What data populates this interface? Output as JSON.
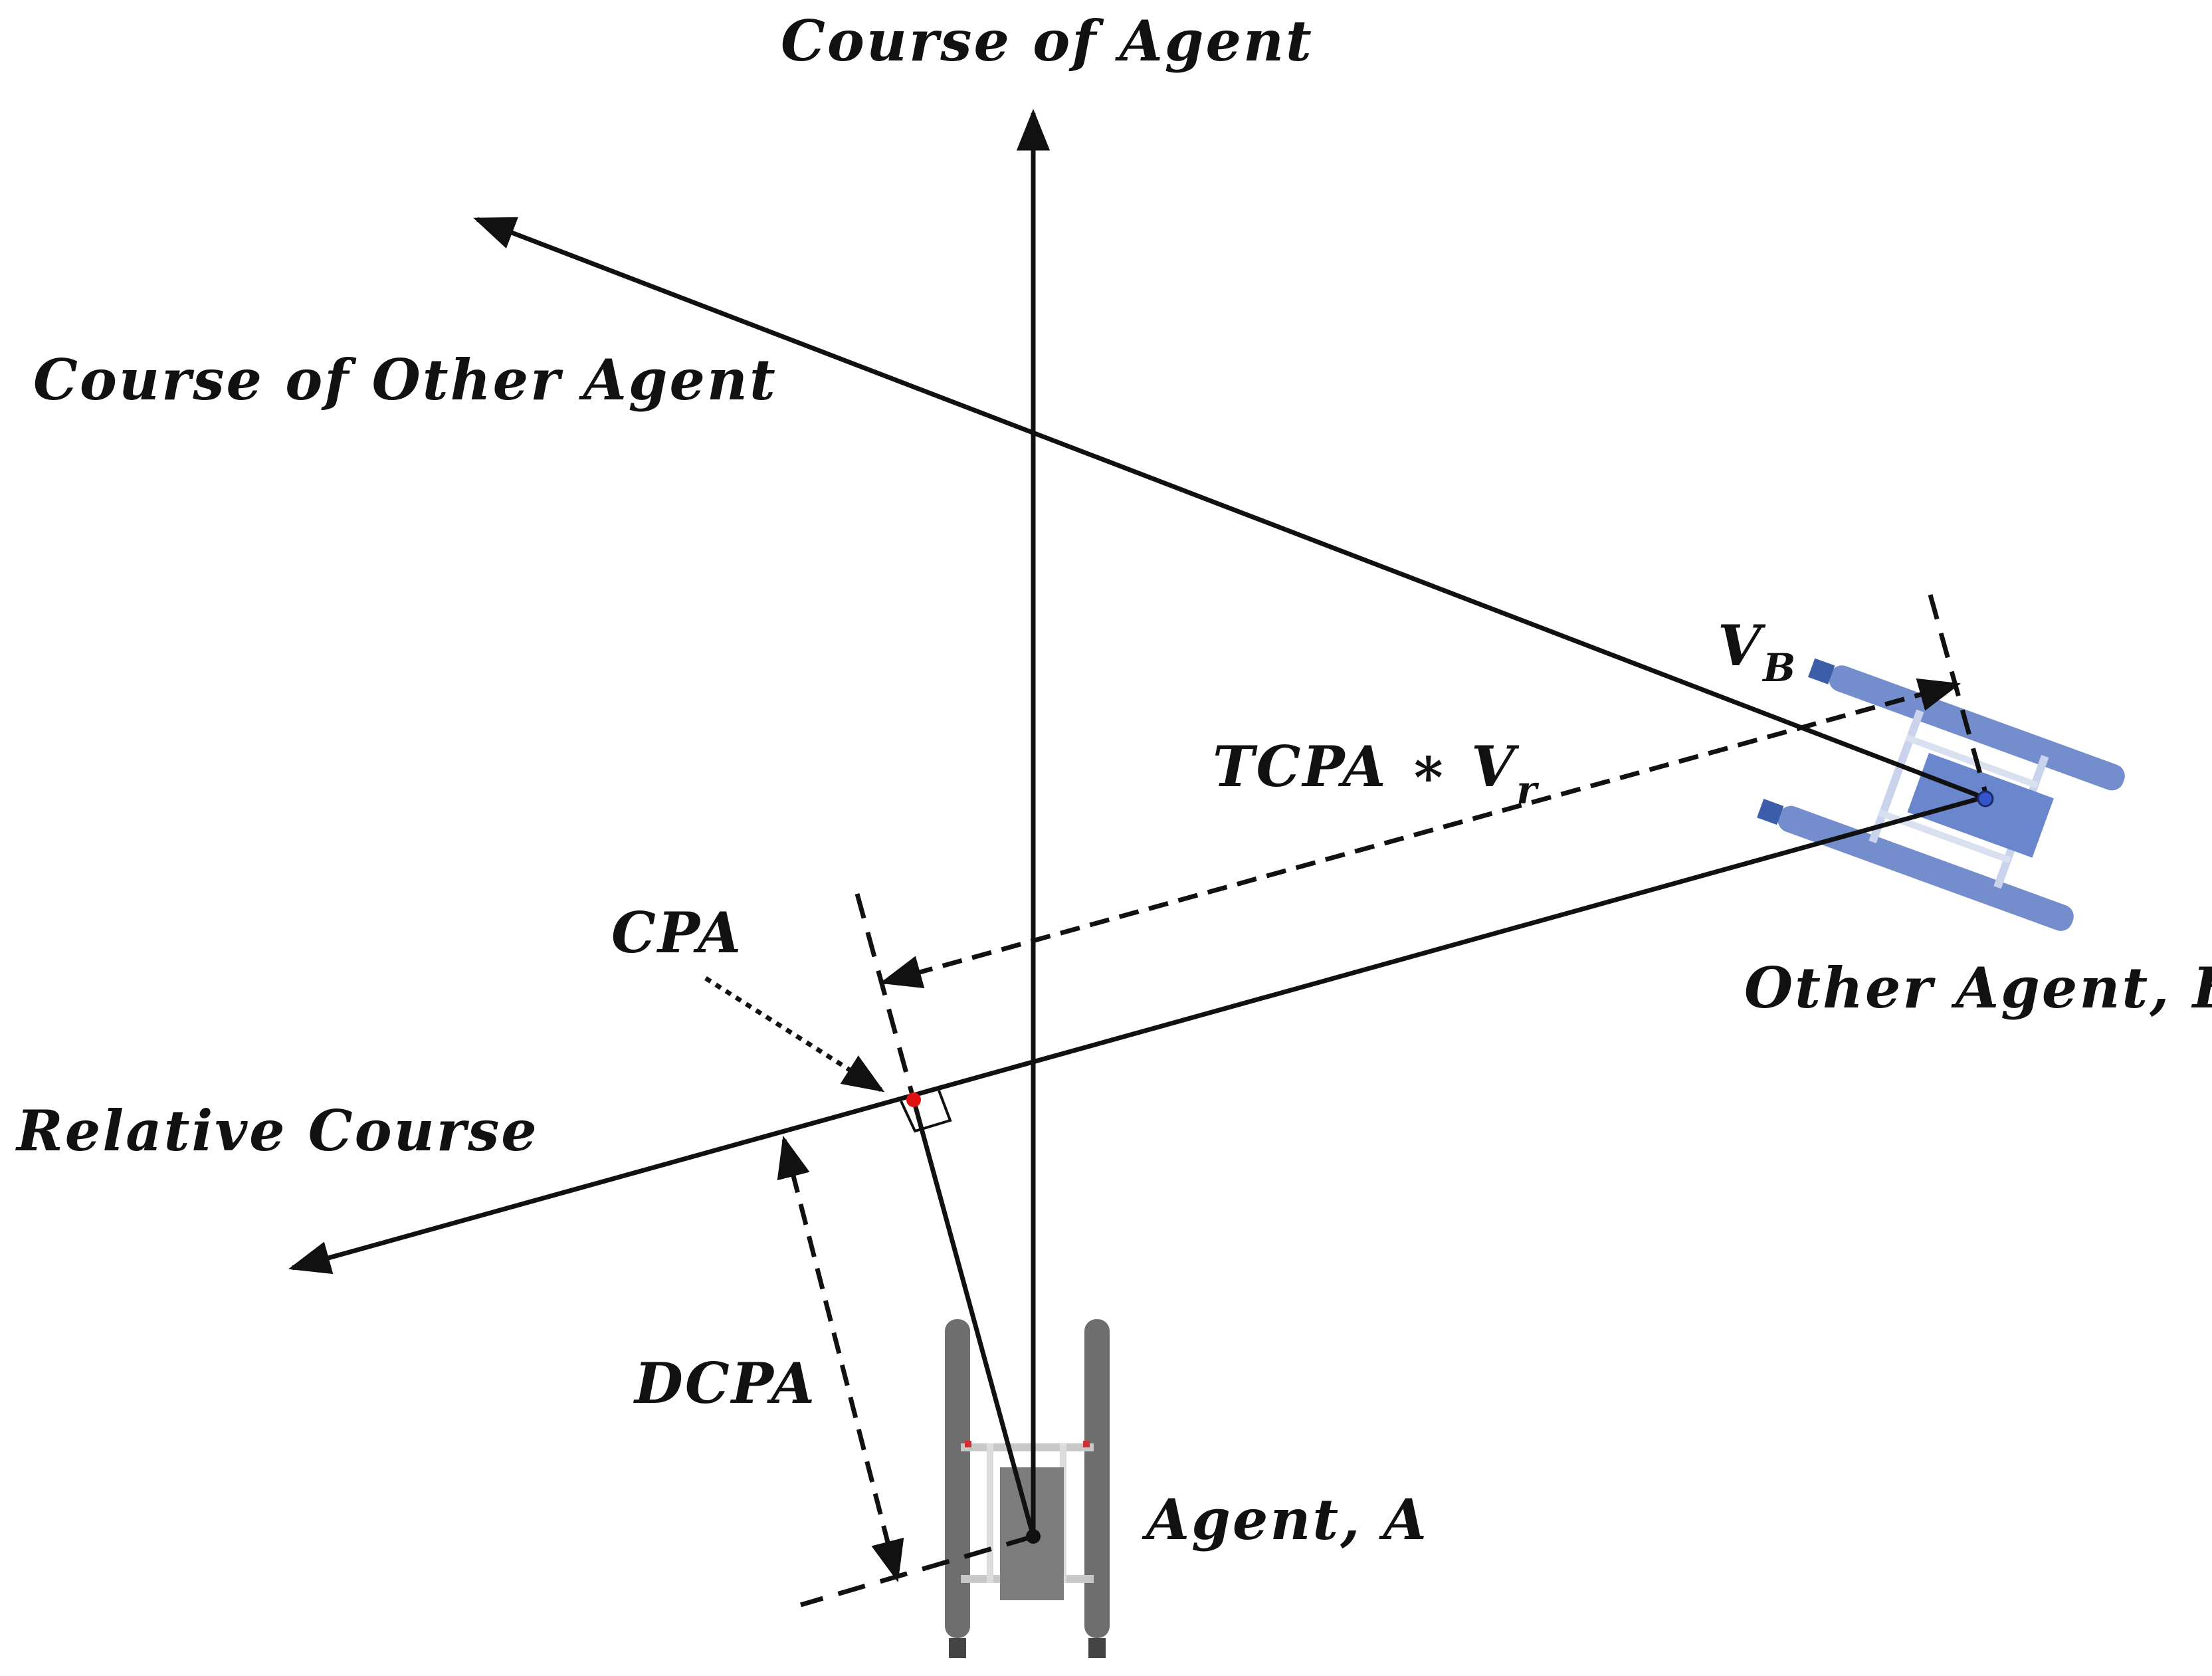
{
  "labels": {
    "course_of_agent": "Course of Agent",
    "course_of_other_agent": "Course of Other Agent",
    "relative_course": "Relative Course",
    "cpa": "CPA",
    "dcpa": "DCPA",
    "tcpa_main": "TCPA ∗ V",
    "tcpa_sub": "r",
    "vb_main": "V",
    "vb_sub": "B",
    "agent_a": "Agent, A",
    "other_agent_b": "Other Agent, B"
  },
  "colors": {
    "line": "#111111",
    "agent_a_hull": "#6e6e6e",
    "agent_b_hull": "#5a79c4",
    "cpa_point": "#e01010"
  },
  "icons": {
    "agent_a": "catamaran-gray-icon",
    "agent_b": "catamaran-blue-icon"
  }
}
